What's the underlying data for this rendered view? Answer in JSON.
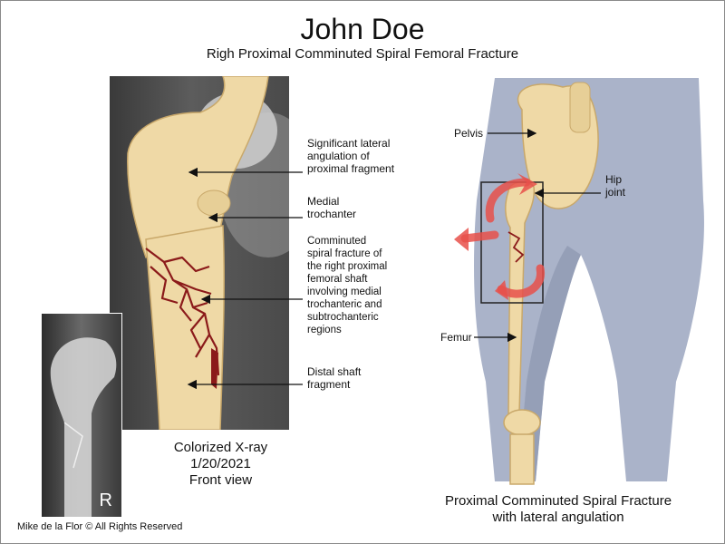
{
  "header": {
    "title": "John Doe",
    "subtitle": "Righ Proximal Comminuted Spiral Femoral Fracture"
  },
  "xray": {
    "inset_mark": "R",
    "caption_lines": [
      "Colorized X-ray",
      "1/20/2021",
      "Front view"
    ]
  },
  "xray_labels": {
    "lateral_angulation": [
      "Significant lateral",
      "angulation of",
      "proximal fragment"
    ],
    "medial_trochanter": [
      "Medial",
      "trochanter"
    ],
    "comminuted_fracture": [
      "Comminuted",
      "spiral fracture of",
      "the right proximal",
      "femoral shaft",
      "involving medial",
      "trochanteric and",
      "subtrochanteric",
      "regions"
    ],
    "distal_fragment": [
      "Distal shaft",
      "fragment"
    ]
  },
  "body_labels": {
    "pelvis": "Pelvis",
    "hip_joint": [
      "Hip",
      "joint"
    ],
    "femur": "Femur"
  },
  "body_caption_lines": [
    "Proximal Comminuted Spiral Fracture",
    "with lateral angulation"
  ],
  "credit": "Mike de la Flor © All Rights Reserved",
  "colors": {
    "bone": "#efd9a6",
    "bone_shadow": "#c9a86a",
    "fracture": "#8b1a1a",
    "arrow_red": "#e8504a",
    "body": "#aab3c9",
    "body_shadow": "#8791ab",
    "xray_dark": "#3a3a3a"
  }
}
